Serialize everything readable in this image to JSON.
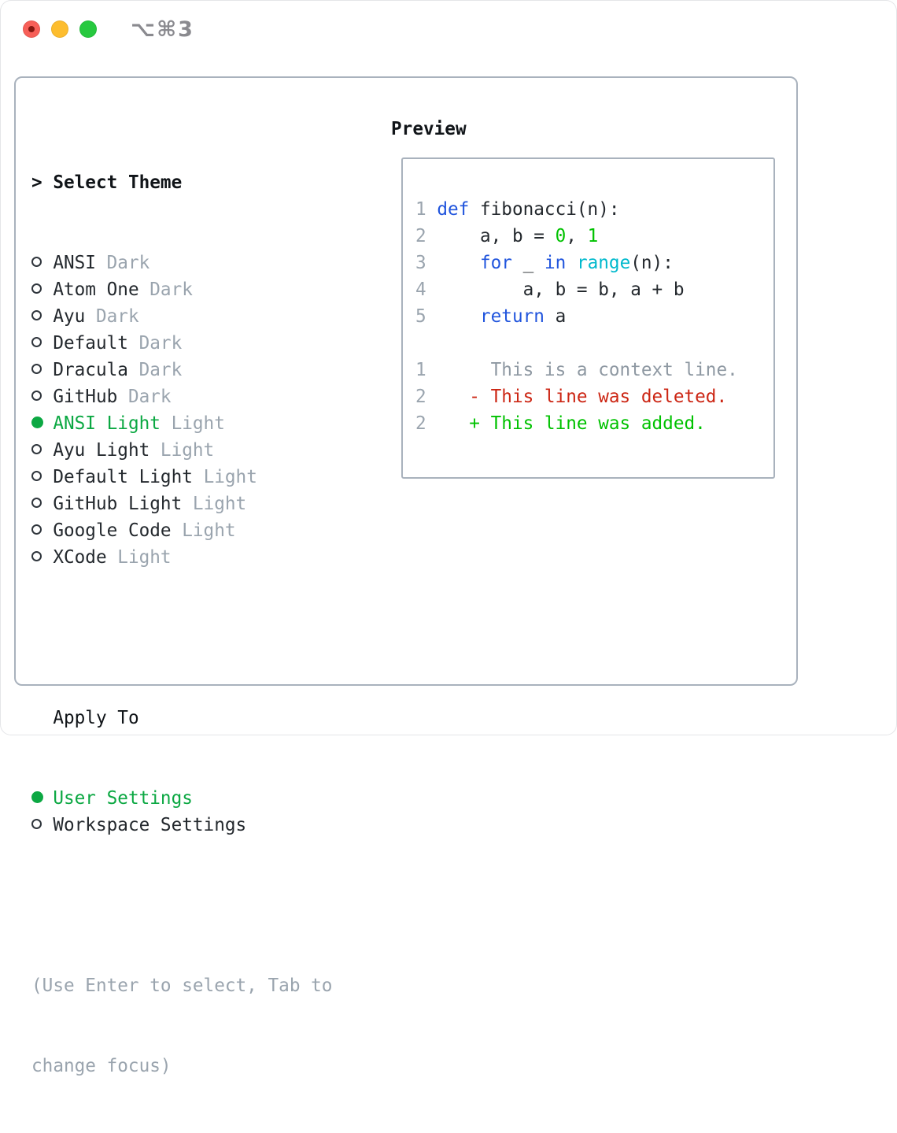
{
  "titlebar": {
    "title": "⌥⌘3"
  },
  "theme_list": {
    "caret": ">",
    "header": "Select Theme",
    "items": [
      {
        "name": "ANSI",
        "variant": "Dark",
        "selected": false
      },
      {
        "name": "Atom One",
        "variant": "Dark",
        "selected": false
      },
      {
        "name": "Ayu",
        "variant": "Dark",
        "selected": false
      },
      {
        "name": "Default",
        "variant": "Dark",
        "selected": false
      },
      {
        "name": "Dracula",
        "variant": "Dark",
        "selected": false
      },
      {
        "name": "GitHub",
        "variant": "Dark",
        "selected": false
      },
      {
        "name": "ANSI Light",
        "variant": "Light",
        "selected": true
      },
      {
        "name": "Ayu Light",
        "variant": "Light",
        "selected": false
      },
      {
        "name": "Default Light",
        "variant": "Light",
        "selected": false
      },
      {
        "name": "GitHub Light",
        "variant": "Light",
        "selected": false
      },
      {
        "name": "Google Code",
        "variant": "Light",
        "selected": false
      },
      {
        "name": "XCode",
        "variant": "Light",
        "selected": false
      }
    ]
  },
  "apply_to": {
    "header": "Apply To",
    "options": [
      {
        "label": "User Settings",
        "selected": true
      },
      {
        "label": "Workspace Settings",
        "selected": false
      }
    ]
  },
  "hint": {
    "lines": [
      "(Use Enter to select, Tab to",
      "change focus)"
    ]
  },
  "preview": {
    "header": "Preview",
    "code_lines": [
      {
        "tokens": [
          {
            "t": "1 ",
            "c": "ln"
          },
          {
            "t": "def",
            "c": "kw"
          },
          {
            "t": " fibonacci(n):",
            "c": "tx"
          }
        ]
      },
      {
        "tokens": [
          {
            "t": "2 ",
            "c": "ln"
          },
          {
            "t": "    a, b = ",
            "c": "tx"
          },
          {
            "t": "0",
            "c": "gr"
          },
          {
            "t": ", ",
            "c": "tx"
          },
          {
            "t": "1",
            "c": "gr"
          }
        ]
      },
      {
        "tokens": [
          {
            "t": "3 ",
            "c": "ln"
          },
          {
            "t": "    ",
            "c": "tx"
          },
          {
            "t": "for",
            "c": "kw"
          },
          {
            "t": " _ ",
            "c": "tx"
          },
          {
            "t": "in",
            "c": "kw"
          },
          {
            "t": " ",
            "c": "tx"
          },
          {
            "t": "range",
            "c": "fn"
          },
          {
            "t": "(n):",
            "c": "tx"
          }
        ]
      },
      {
        "tokens": [
          {
            "t": "4 ",
            "c": "ln"
          },
          {
            "t": "        a, b = b, a + b",
            "c": "tx"
          }
        ]
      },
      {
        "tokens": [
          {
            "t": "5 ",
            "c": "ln"
          },
          {
            "t": "    ",
            "c": "tx"
          },
          {
            "t": "return",
            "c": "kw"
          },
          {
            "t": " a",
            "c": "tx"
          }
        ]
      },
      {
        "tokens": []
      },
      {
        "tokens": [
          {
            "t": "1 ",
            "c": "ln"
          },
          {
            "t": "     This is a context line.",
            "c": "ctx"
          }
        ]
      },
      {
        "tokens": [
          {
            "t": "2 ",
            "c": "ln"
          },
          {
            "t": "   - This line was deleted.",
            "c": "del"
          }
        ]
      },
      {
        "tokens": [
          {
            "t": "2 ",
            "c": "ln"
          },
          {
            "t": "   + This line was added.",
            "c": "add"
          }
        ]
      }
    ]
  },
  "colors": {
    "selection_green": "#0ca843",
    "keyword_blue": "#2155dd",
    "builtin_cyan": "#00b9cd",
    "literal_green": "#00c200",
    "added_green": "#00c200",
    "deleted_red": "#cc2614",
    "muted_gray": "#9aa4ae",
    "context_gray": "#8e98a2",
    "panel_border": "#a9b2bd",
    "traffic_red": "#f75f58",
    "traffic_yellow": "#fdbd2e",
    "traffic_green": "#27c93f"
  }
}
